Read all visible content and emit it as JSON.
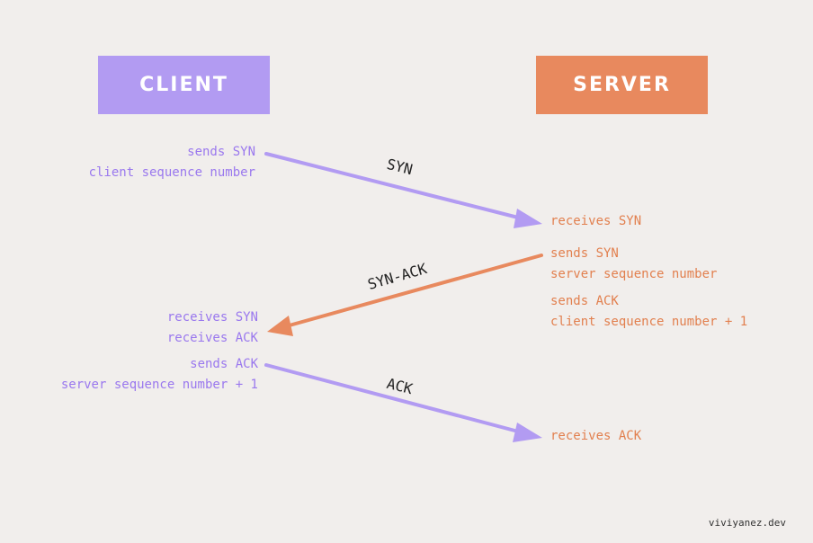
{
  "header": {
    "client_label": "CLIENT",
    "server_label": "SERVER"
  },
  "client": {
    "step1": [
      "sends SYN",
      "client sequence number"
    ],
    "step2": [
      "receives SYN",
      "receives ACK"
    ],
    "step3": [
      "sends ACK",
      "server sequence number + 1"
    ]
  },
  "server": {
    "step1": [
      "receives SYN"
    ],
    "step2a": [
      "sends SYN",
      "server sequence number"
    ],
    "step2b": [
      "sends ACK",
      "client sequence number + 1"
    ],
    "step3": [
      "receives ACK"
    ]
  },
  "messages": {
    "syn": "SYN",
    "syn_ack": "SYN-ACK",
    "ack": "ACK"
  },
  "watermark": "viviyanez.dev",
  "colors": {
    "client": "#b29bf2",
    "client_text": "#9a78ee",
    "server": "#e8895e",
    "server_text": "#e2804f",
    "background": "#f1eeec"
  }
}
